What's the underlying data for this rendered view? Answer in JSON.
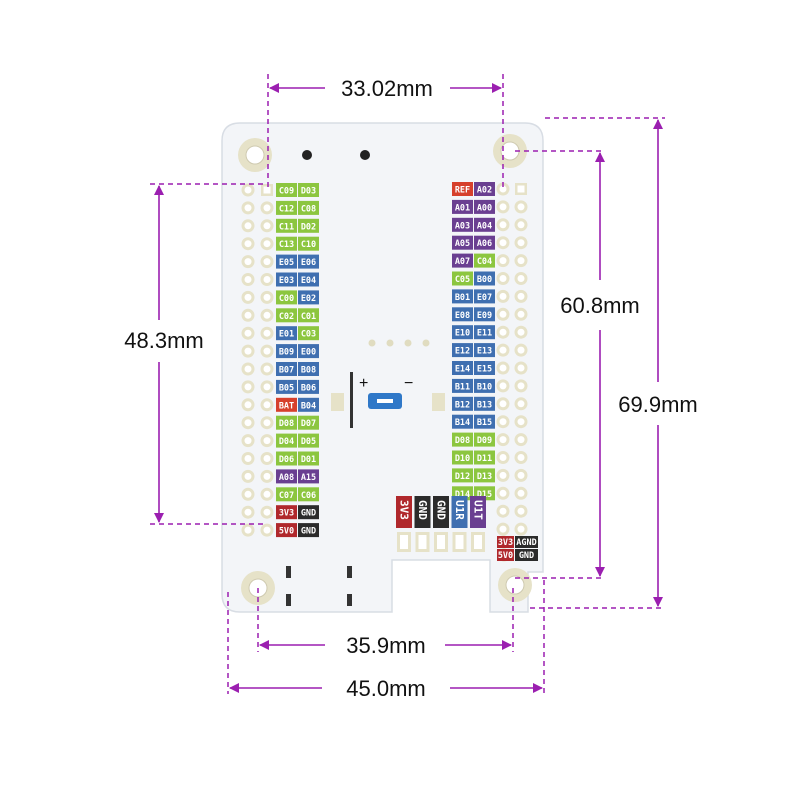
{
  "colors": {
    "dimension": "#9b1fb0",
    "board": "#f3f5f8",
    "board_edge": "#d8dde4",
    "pad": "#e6e2c8",
    "c_green": "#8cc63f",
    "c_blue": "#3f6fb0",
    "c_purple": "#6a3f91",
    "c_red": "#d6402c",
    "c_dark": "#2b2b2b",
    "c_darkred": "#b0282c"
  },
  "dimensions": {
    "top_width": "33.02mm",
    "left_height": "48.3mm",
    "right_inner_height": "60.8mm",
    "right_outer_height": "69.9mm",
    "bottom_inner_width": "35.9mm",
    "bottom_outer_width": "45.0mm"
  },
  "left_pins": [
    {
      "a": "C09",
      "b": "D03",
      "ca": "c_green",
      "cb": "c_green"
    },
    {
      "a": "C12",
      "b": "C08",
      "ca": "c_green",
      "cb": "c_green"
    },
    {
      "a": "C11",
      "b": "D02",
      "ca": "c_green",
      "cb": "c_green"
    },
    {
      "a": "C13",
      "b": "C10",
      "ca": "c_green",
      "cb": "c_green"
    },
    {
      "a": "E05",
      "b": "E06",
      "ca": "c_blue",
      "cb": "c_blue"
    },
    {
      "a": "E03",
      "b": "E04",
      "ca": "c_blue",
      "cb": "c_blue"
    },
    {
      "a": "C00",
      "b": "E02",
      "ca": "c_green",
      "cb": "c_blue"
    },
    {
      "a": "C02",
      "b": "C01",
      "ca": "c_green",
      "cb": "c_green"
    },
    {
      "a": "E01",
      "b": "C03",
      "ca": "c_blue",
      "cb": "c_green"
    },
    {
      "a": "B09",
      "b": "E00",
      "ca": "c_blue",
      "cb": "c_blue"
    },
    {
      "a": "B07",
      "b": "B08",
      "ca": "c_blue",
      "cb": "c_blue"
    },
    {
      "a": "B05",
      "b": "B06",
      "ca": "c_blue",
      "cb": "c_blue"
    },
    {
      "a": "BAT",
      "b": "B04",
      "ca": "c_red",
      "cb": "c_blue"
    },
    {
      "a": "D08",
      "b": "D07",
      "ca": "c_green",
      "cb": "c_green"
    },
    {
      "a": "D04",
      "b": "D05",
      "ca": "c_green",
      "cb": "c_green"
    },
    {
      "a": "D06",
      "b": "D01",
      "ca": "c_green",
      "cb": "c_green"
    },
    {
      "a": "A08",
      "b": "A15",
      "ca": "c_purple",
      "cb": "c_purple"
    },
    {
      "a": "C07",
      "b": "C06",
      "ca": "c_green",
      "cb": "c_green"
    },
    {
      "a": "3V3",
      "b": "GND",
      "ca": "c_darkred",
      "cb": "c_dark"
    },
    {
      "a": "5V0",
      "b": "GND",
      "ca": "c_darkred",
      "cb": "c_dark"
    }
  ],
  "right_pins": [
    {
      "a": "REF",
      "b": "A02",
      "ca": "c_red",
      "cb": "c_purple"
    },
    {
      "a": "A01",
      "b": "A00",
      "ca": "c_purple",
      "cb": "c_purple"
    },
    {
      "a": "A03",
      "b": "A04",
      "ca": "c_purple",
      "cb": "c_purple"
    },
    {
      "a": "A05",
      "b": "A06",
      "ca": "c_purple",
      "cb": "c_purple"
    },
    {
      "a": "A07",
      "b": "C04",
      "ca": "c_purple",
      "cb": "c_green"
    },
    {
      "a": "C05",
      "b": "B00",
      "ca": "c_green",
      "cb": "c_blue"
    },
    {
      "a": "B01",
      "b": "E07",
      "ca": "c_blue",
      "cb": "c_blue"
    },
    {
      "a": "E08",
      "b": "E09",
      "ca": "c_blue",
      "cb": "c_blue"
    },
    {
      "a": "E10",
      "b": "E11",
      "ca": "c_blue",
      "cb": "c_blue"
    },
    {
      "a": "E12",
      "b": "E13",
      "ca": "c_blue",
      "cb": "c_blue"
    },
    {
      "a": "E14",
      "b": "E15",
      "ca": "c_blue",
      "cb": "c_blue"
    },
    {
      "a": "B11",
      "b": "B10",
      "ca": "c_blue",
      "cb": "c_blue"
    },
    {
      "a": "B12",
      "b": "B13",
      "ca": "c_blue",
      "cb": "c_blue"
    },
    {
      "a": "B14",
      "b": "B15",
      "ca": "c_blue",
      "cb": "c_blue"
    },
    {
      "a": "D08",
      "b": "D09",
      "ca": "c_green",
      "cb": "c_green"
    },
    {
      "a": "D10",
      "b": "D11",
      "ca": "c_green",
      "cb": "c_green"
    },
    {
      "a": "D12",
      "b": "D13",
      "ca": "c_green",
      "cb": "c_green"
    },
    {
      "a": "D14",
      "b": "D15",
      "ca": "c_green",
      "cb": "c_green"
    }
  ],
  "bottom_header": [
    {
      "label": "3V3",
      "color": "c_darkred"
    },
    {
      "label": "GND",
      "color": "c_dark"
    },
    {
      "label": "GND",
      "color": "c_dark"
    },
    {
      "label": "U1R",
      "color": "c_blue"
    },
    {
      "label": "U1T",
      "color": "c_purple"
    }
  ],
  "power_pins": [
    {
      "a": "3V3",
      "b": "AGND",
      "ca": "c_darkred",
      "cb": "c_dark"
    },
    {
      "a": "5V0",
      "b": "GND",
      "ca": "c_darkred",
      "cb": "c_dark"
    }
  ],
  "battery": {
    "plus": "+",
    "minus": "−"
  }
}
